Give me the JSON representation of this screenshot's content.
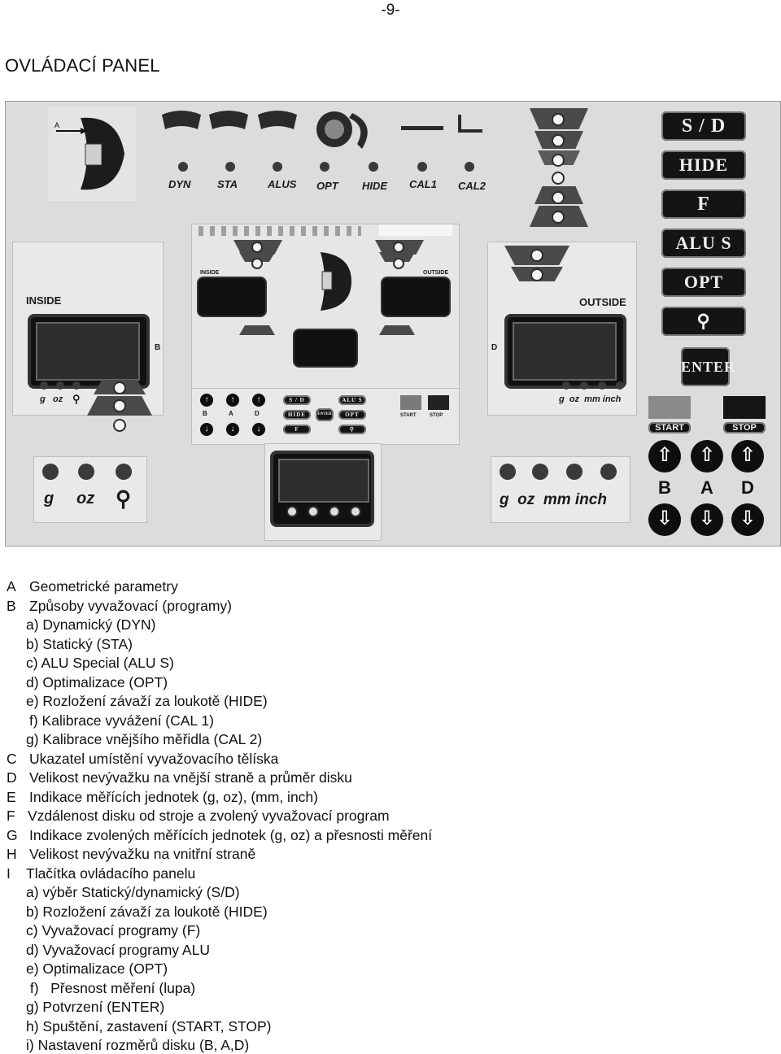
{
  "page_number": "-9-",
  "heading": "OVLÁDACÍ PANEL",
  "panel": {
    "mode_labels": [
      "DYN",
      "STA",
      "ALUS",
      "OPT",
      "HIDE",
      "CAL1",
      "CAL2"
    ],
    "keys": [
      "S / D",
      "HIDE",
      "F",
      "ALU S",
      "OPT",
      "ENTER"
    ],
    "center": {
      "inside": "INSIDE",
      "outside": "OUTSIDE",
      "mini_keys": [
        "S / D",
        "ALU S",
        "HIDE",
        "OPT",
        "F",
        "ENTER"
      ],
      "start": "START",
      "stop": "STOP",
      "dims": [
        "B",
        "A",
        "D"
      ]
    },
    "inside_label": "INSIDE",
    "outside_label": "OUTSIDE",
    "letter_b": "B",
    "letter_d": "D",
    "left_small_units": [
      "g",
      "oz"
    ],
    "left_units": [
      "g",
      "oz"
    ],
    "right_small_units": "g  oz  mm inch",
    "right_units": "g  oz  mm inch",
    "start": "START",
    "stop": "STOP",
    "dims": [
      "B",
      "A",
      "D"
    ]
  },
  "legend": [
    {
      "letter": "A",
      "text": "Geometrické parametry"
    },
    {
      "letter": "B",
      "text": "Způsoby vyvažovací (programy)"
    },
    {
      "letter": "",
      "text": "a) Dynamický (DYN)"
    },
    {
      "letter": "",
      "text": "b) Statický (STA)"
    },
    {
      "letter": "",
      "text": "c) ALU Special (ALU S)"
    },
    {
      "letter": "",
      "text": "d) Optimalizace (OPT)"
    },
    {
      "letter": "",
      "text": "e)  Rozložení závaží za loukotě (HIDE)"
    },
    {
      "letter": "",
      "text": "f)  Kalibrace vyvážení (CAL 1)"
    },
    {
      "letter": "",
      "text": "g) Kalibrace vnějšího měřidla (CAL 2)"
    },
    {
      "letter": "C",
      "text": "Ukazatel umístění vyvažovacího tělíska"
    },
    {
      "letter": "D",
      "text": "Velikost nevývažku na vnější straně a průměr disku"
    },
    {
      "letter": "E",
      "text": "Indikace měřících jednotek (g, oz), (mm, inch)"
    },
    {
      "letter": "F",
      "text": "Vzdálenost disku od stroje a zvolený vyvažovací program"
    },
    {
      "letter": "G",
      "text": "Indikace zvolených měřících jednotek (g, oz) a přesnosti měření"
    },
    {
      "letter": "H",
      "text": "Velikost nevývažku na vnitřní straně"
    },
    {
      "letter": "I",
      "text": "Tlačítka ovládacího panelu"
    },
    {
      "letter": "",
      "text": "a)  výběr Statický/dynamický (S/D)"
    },
    {
      "letter": "",
      "text": "b)   Rozložení závaží za loukotě (HIDE)"
    },
    {
      "letter": "",
      "text": "c)   Vyvažovací programy (F)"
    },
    {
      "letter": "",
      "text": "d)   Vyvažovací programy ALU"
    },
    {
      "letter": "",
      "text": "e)   Optimalizace (OPT)"
    },
    {
      "letter": "",
      "text": " f)   Přesnost měření (lupa)"
    },
    {
      "letter": "",
      "text": "g)  Potvrzení (ENTER)"
    },
    {
      "letter": "",
      "text": "h)  Spuštění, zastavení (START, STOP)"
    },
    {
      "letter": "",
      "text": "i)   Nastavení rozměrů disku  (B, A,D)"
    }
  ]
}
